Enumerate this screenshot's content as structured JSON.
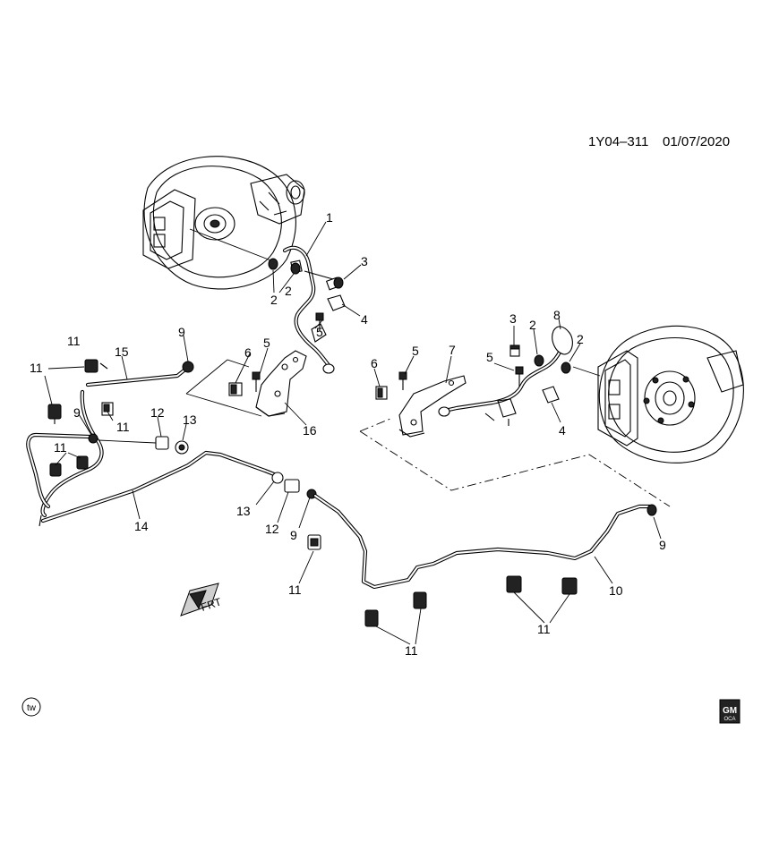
{
  "header": {
    "diagram_id": "1Y04–311",
    "date": "01/07/2020"
  },
  "callouts": {
    "n1": "1",
    "n2a": "2",
    "n2b": "2",
    "n2c": "2",
    "n3a": "3",
    "n3b": "3",
    "n4a": "4",
    "n4b": "4",
    "n5a": "5",
    "n5b": "5",
    "n5c": "5",
    "n5d": "5",
    "n6a": "6",
    "n6b": "6",
    "n7": "7",
    "n8": "8",
    "n9a": "9",
    "n9b": "9",
    "n9c": "9",
    "n9d": "9",
    "n10": "10",
    "n11a": "11",
    "n11b": "11",
    "n11c": "11",
    "n11d": "11",
    "n11e": "11",
    "n11f": "11",
    "n11g": "11",
    "n12a": "12",
    "n12b": "12",
    "n13a": "13",
    "n13b": "13",
    "n14": "14",
    "n15": "15",
    "n16": "16"
  },
  "direction_arrow": {
    "label": "FRT"
  },
  "footer": {
    "tw_badge": "tw",
    "logo_top": "GM",
    "logo_bottom": "OCA"
  }
}
